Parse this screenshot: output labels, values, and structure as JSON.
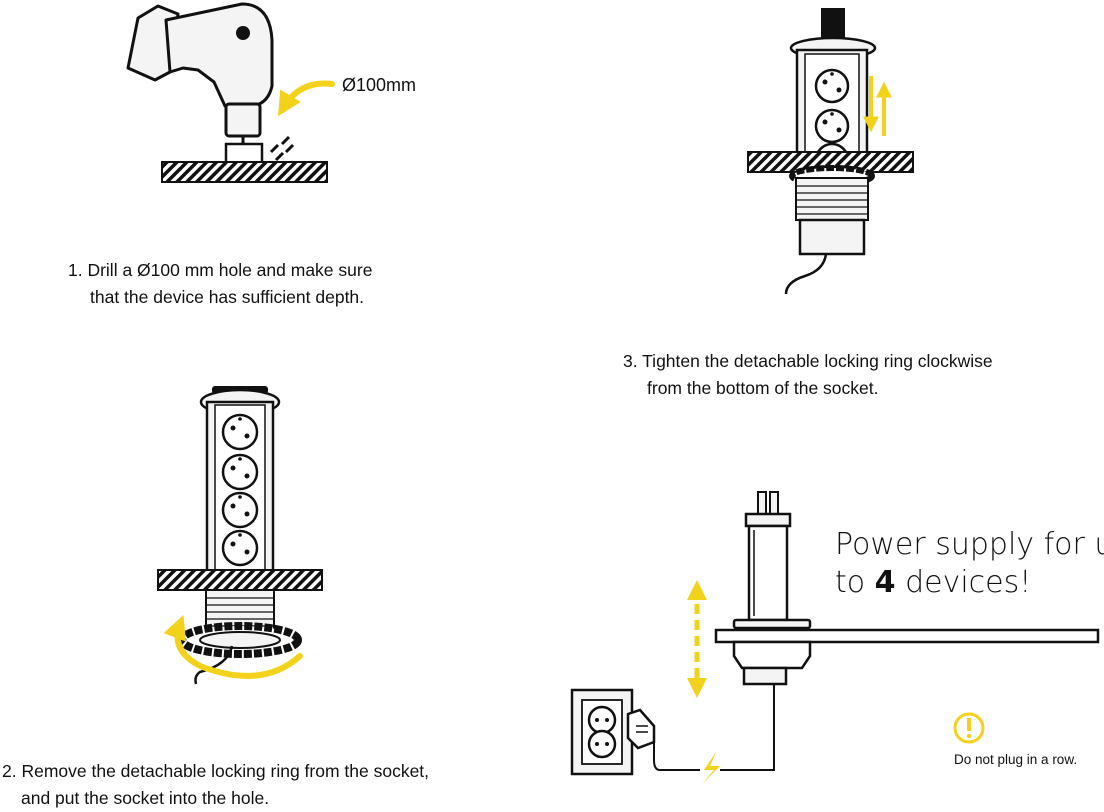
{
  "drill_dimension": "Ø100mm",
  "steps": [
    {
      "lines": [
        "1. Drill a Ø100 mm hole and make sure",
        "that the device has sufficient depth."
      ]
    },
    {
      "lines": [
        "2. Remove the detachable locking ring from the socket,",
        "and put the socket into the hole."
      ]
    },
    {
      "lines": [
        "3. Tighten the detachable locking ring clockwise",
        "from the bottom of the socket."
      ]
    }
  ],
  "tagline": {
    "prefix": "Power supply for up",
    "line2_pre": "to ",
    "count": "4",
    "line2_post": " devices!"
  },
  "warning": {
    "icon": "exclamation-circle-icon",
    "text": "Do not plug in a row."
  },
  "colors": {
    "accent": "#F2D21B",
    "ink": "#111111",
    "light_fill": "#F2F2F2"
  }
}
